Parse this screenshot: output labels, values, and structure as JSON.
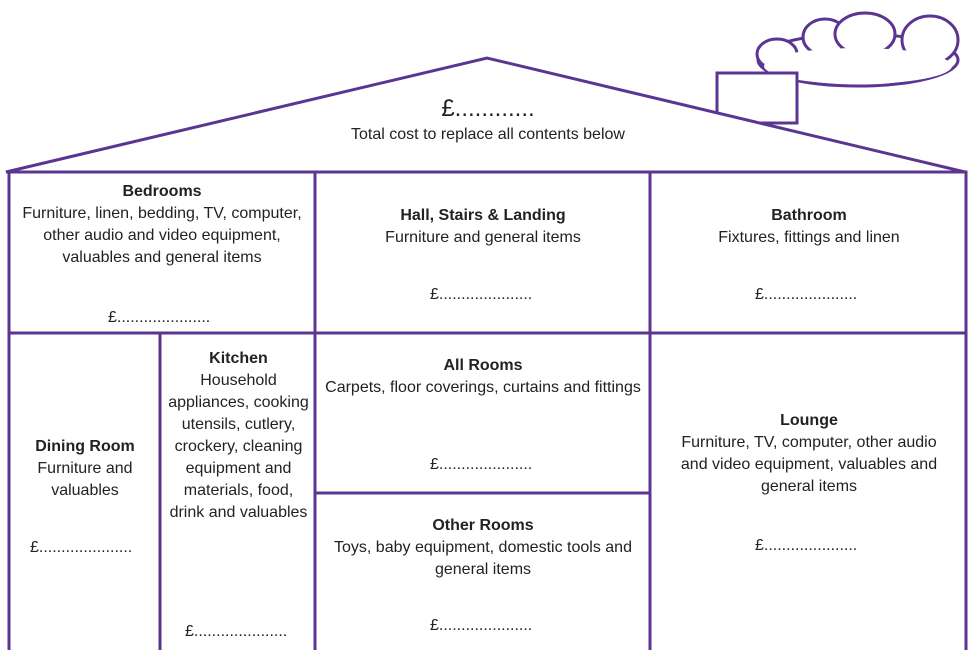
{
  "colors": {
    "outline": "#5b3591",
    "text": "#222222"
  },
  "total": {
    "amount": "£............",
    "label": "Total cost to replace all contents below"
  },
  "rooms": {
    "bedrooms": {
      "title": "Bedrooms",
      "description": "Furniture, linen, bedding, TV, computer, other audio and video equipment, valuables and general items",
      "amount": "£....................."
    },
    "hall": {
      "title": "Hall, Stairs & Landing",
      "description": "Furniture and general items",
      "amount": "£....................."
    },
    "bathroom": {
      "title": "Bathroom",
      "description": "Fixtures, fittings and linen",
      "amount": "£....................."
    },
    "dining": {
      "title": "Dining Room",
      "description": "Furniture and valuables",
      "amount": "£....................."
    },
    "kitchen": {
      "title": "Kitchen",
      "description": "Household appliances, cooking utensils, cutlery, crockery, cleaning equipment and materials, food, drink and valuables",
      "amount": "£....................."
    },
    "all_rooms": {
      "title": "All Rooms",
      "description": "Carpets, floor coverings, curtains and fittings",
      "amount": "£....................."
    },
    "other_rooms": {
      "title": "Other Rooms",
      "description": "Toys, baby equipment, domestic tools and general items",
      "amount": "£....................."
    },
    "lounge": {
      "title": "Lounge",
      "description": "Furniture, TV, computer, other audio and video equipment, valuables and general items",
      "amount": "£....................."
    }
  }
}
